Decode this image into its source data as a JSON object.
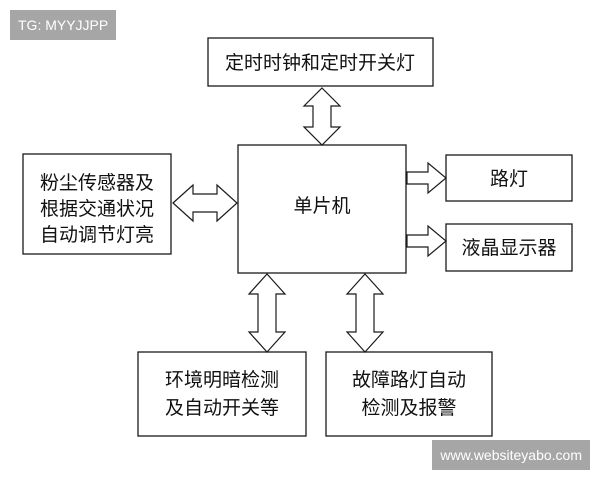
{
  "watermarks": {
    "top_left": "TG: MYYJJPP",
    "bottom_right": "www.websiteyabo.com"
  },
  "diagram": {
    "mcu": "单片机",
    "clock": "定时时钟和定时开关灯",
    "dust": [
      "粉尘传感器及",
      "根据交通状况",
      "自动调节灯亮"
    ],
    "street_light": "路灯",
    "lcd": "液晶显示器",
    "environment": [
      "环境明暗检测",
      "及自动开关等"
    ],
    "fault": [
      "故障路灯自动",
      "检测及报警"
    ]
  }
}
